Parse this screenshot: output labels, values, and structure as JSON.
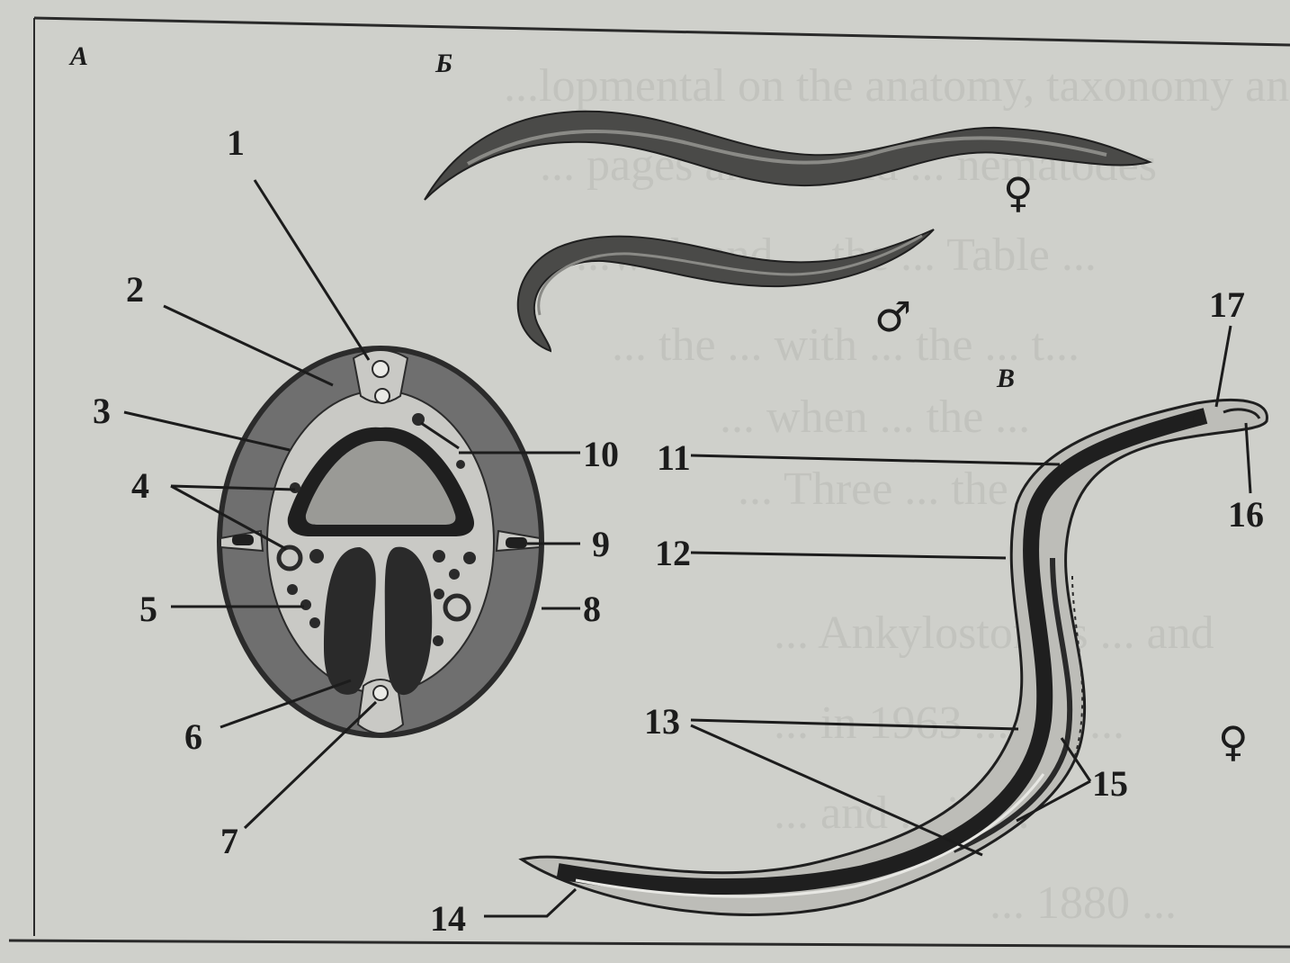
{
  "panels": {
    "a": "А",
    "b": "Б",
    "v": "В"
  },
  "labels": {
    "n1": "1",
    "n2": "2",
    "n3": "3",
    "n4": "4",
    "n5": "5",
    "n6": "6",
    "n7": "7",
    "n8": "8",
    "n9": "9",
    "n10": "10",
    "n11": "11",
    "n12": "12",
    "n13": "13",
    "n14": "14",
    "n15": "15",
    "n16": "16",
    "n17": "17"
  },
  "symbols": {
    "female_top": "♀",
    "male": "♂",
    "female_bottom": "♀"
  },
  "background_text": [
    "...lopmental on the anatomy, taxonomy and",
    "... pages and ... and ... nematodes",
    "...with and ... the ... Table ...",
    "... the ... with ... the ... t...",
    "... when ... the ...",
    "... Three ... the ...",
    "... Ankylostomes ... and",
    "... in 1963 ... the ...",
    "... and ... in ...",
    "... 1880 ..."
  ]
}
